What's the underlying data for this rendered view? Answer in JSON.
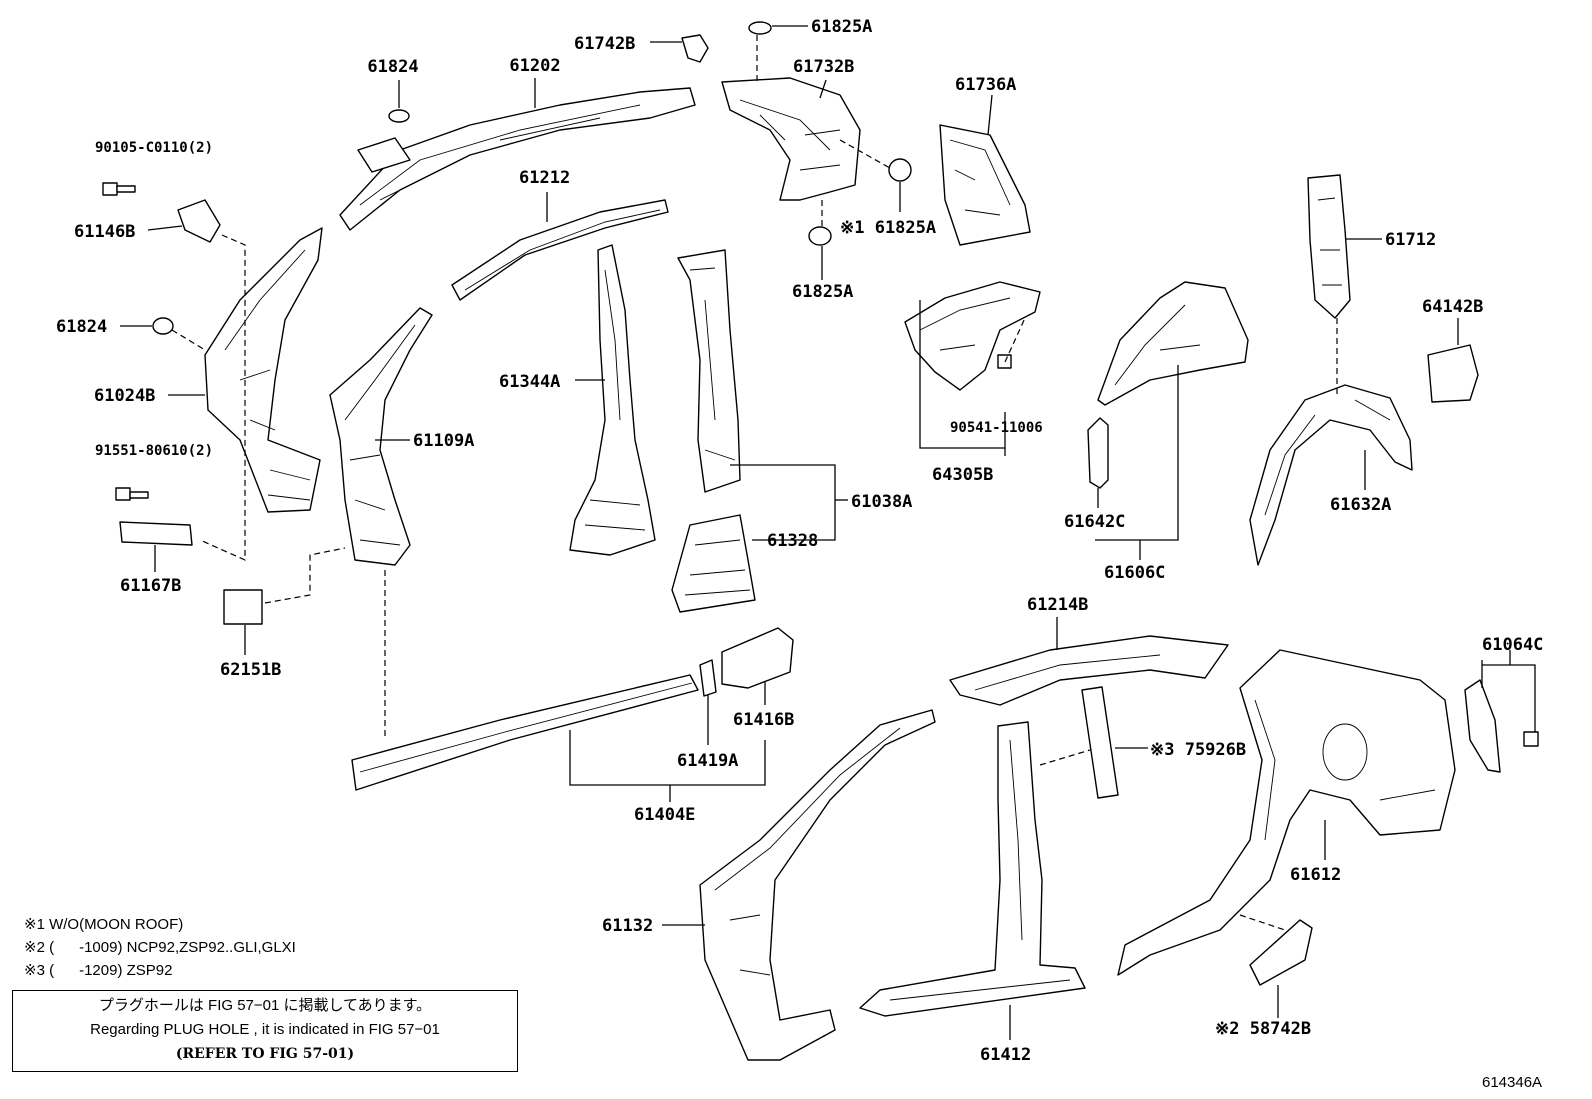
{
  "parts": [
    {
      "id": "p01",
      "label": "61824"
    },
    {
      "id": "p02",
      "label": "61202"
    },
    {
      "id": "p03",
      "label": "61742B"
    },
    {
      "id": "p04",
      "label": "61825A"
    },
    {
      "id": "p05",
      "label": "61732B"
    },
    {
      "id": "p06",
      "label": "61736A"
    },
    {
      "id": "p07",
      "label": "90105-C0110(2)"
    },
    {
      "id": "p08",
      "label": "61146B"
    },
    {
      "id": "p09",
      "label": "61212"
    },
    {
      "id": "p10",
      "label": "※1 61825A"
    },
    {
      "id": "p11",
      "label": "61825A"
    },
    {
      "id": "p12",
      "label": "61712"
    },
    {
      "id": "p13",
      "label": "61824"
    },
    {
      "id": "p14",
      "label": "64142B"
    },
    {
      "id": "p15",
      "label": "61024B"
    },
    {
      "id": "p16",
      "label": "61344A"
    },
    {
      "id": "p17",
      "label": "91551-80610(2)"
    },
    {
      "id": "p18",
      "label": "61109A"
    },
    {
      "id": "p19",
      "label": "90541-11006"
    },
    {
      "id": "p20",
      "label": "64305B"
    },
    {
      "id": "p21",
      "label": "61038A"
    },
    {
      "id": "p22",
      "label": "61632A"
    },
    {
      "id": "p23",
      "label": "61642C"
    },
    {
      "id": "p24",
      "label": "61328"
    },
    {
      "id": "p25",
      "label": "61606C"
    },
    {
      "id": "p26",
      "label": "61167B"
    },
    {
      "id": "p27",
      "label": "61214B"
    },
    {
      "id": "p28",
      "label": "61064C"
    },
    {
      "id": "p29",
      "label": "62151B"
    },
    {
      "id": "p30",
      "label": "61416B"
    },
    {
      "id": "p31",
      "label": "61419A"
    },
    {
      "id": "p32",
      "label": "※3 75926B"
    },
    {
      "id": "p33",
      "label": "61404E"
    },
    {
      "id": "p34",
      "label": "61612"
    },
    {
      "id": "p35",
      "label": "61132"
    },
    {
      "id": "p36",
      "label": "※2 58742B"
    },
    {
      "id": "p37",
      "label": "61412"
    }
  ],
  "notes": [
    "※1 W/O(MOON ROOF)",
    "※2 (      -1009) NCP92,ZSP92..GLI,GLXI",
    "※3 (      -1209) ZSP92"
  ],
  "notebox": {
    "line1": "プラグホールは FIG 57−01 に掲載してあります。",
    "line2": "Regarding  PLUG  HOLE , it is indicated in  FIG  57−01",
    "line3": "(REFER TO FIG 57-01)"
  },
  "figure_id": "614346A"
}
